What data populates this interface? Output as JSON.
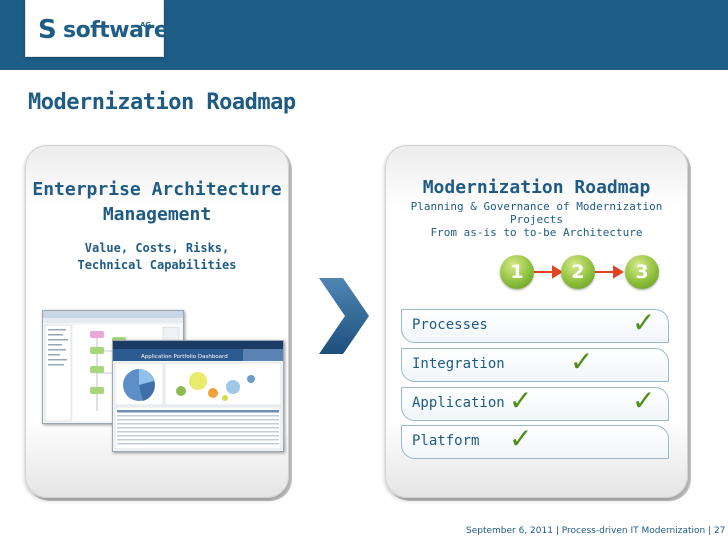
{
  "brand": {
    "logo_mark": "S",
    "logo_word": "software",
    "logo_suffix": "AG",
    "color": "#1d5d86"
  },
  "slide": {
    "title": "Modernization Roadmap"
  },
  "left_panel": {
    "title_line1": "Enterprise Architecture",
    "title_line2": "Management",
    "subtitle_line1": "Value, Costs, Risks,",
    "subtitle_line2": "Technical Capabilities",
    "screenshot_title": "Application Portfolio Dashboard"
  },
  "right_panel": {
    "title": "Modernization Roadmap",
    "subtitle_line1": "Planning & Governance of Modernization Projects",
    "subtitle_line2": "From as-is to to-be Architecture",
    "steps": [
      "1",
      "2",
      "3"
    ],
    "layers": [
      {
        "label": "Processes",
        "checks": [
          3
        ]
      },
      {
        "label": "Integration",
        "checks": [
          2
        ]
      },
      {
        "label": "Application",
        "checks": [
          1,
          3
        ]
      },
      {
        "label": "Platform",
        "checks": [
          1
        ]
      }
    ]
  },
  "check_glyph": "✓",
  "footer": {
    "text": "September 6, 2011  |  Process-driven IT Modernization  |  27"
  },
  "colors": {
    "title_blue": "#1f5b85",
    "step_green": "#8ec03c",
    "arrow_red": "#e2441f",
    "check_green": "#4f8e1b"
  }
}
